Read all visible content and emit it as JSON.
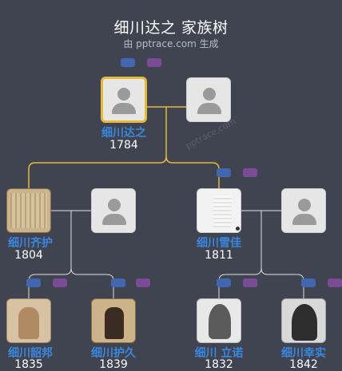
{
  "header": {
    "title": "细川达之 家族树",
    "subtitle": "由 pptrace.com 生成"
  },
  "watermark": "pptrace.com",
  "colors": {
    "background": "#3f4450",
    "name": "#3a87e0",
    "highlight_link": "#e6b93a",
    "link": "#e0e0e0",
    "tag_blue": "#4267b0",
    "tag_purple": "#7b4b96"
  },
  "people": {
    "root": {
      "name": "细川达之",
      "year": "1784"
    },
    "root_spouse": {
      "name": "",
      "year": ""
    },
    "child1": {
      "name": "细川齐护",
      "year": "1804"
    },
    "child1_spouse": {
      "name": "",
      "year": ""
    },
    "child2": {
      "name": "细川雪佳",
      "year": "1811"
    },
    "child2_spouse": {
      "name": "",
      "year": ""
    },
    "gc1": {
      "name": "细川韶邦",
      "year": "1835"
    },
    "gc2": {
      "name": "细川护久",
      "year": "1839"
    },
    "gc3": {
      "name": "细川 立诺",
      "year": "1832"
    },
    "gc4": {
      "name": "细川幸实",
      "year": "1842"
    }
  }
}
